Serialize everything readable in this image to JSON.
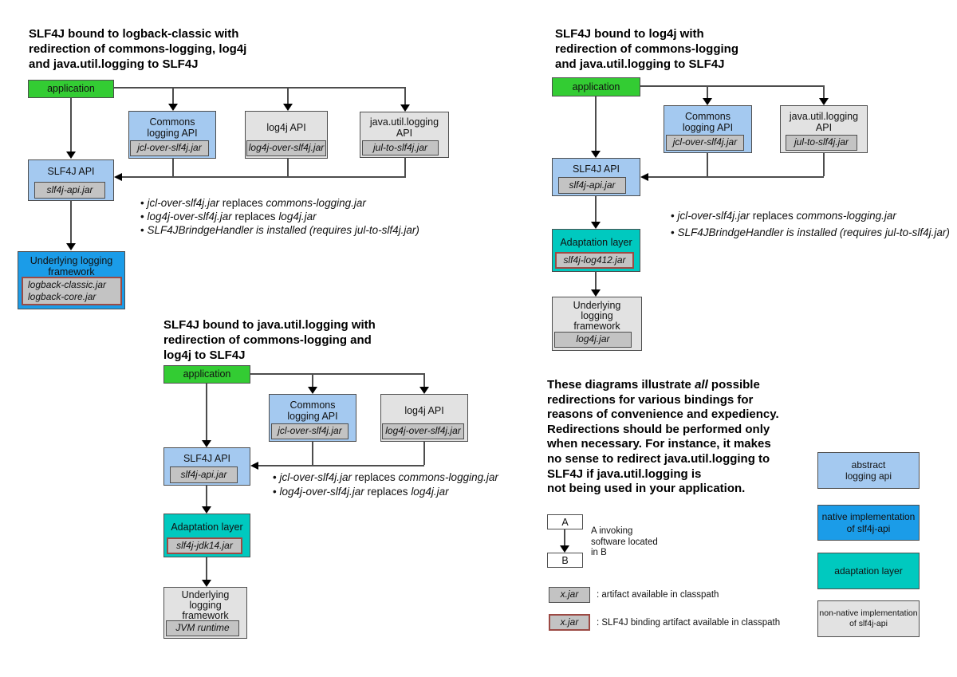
{
  "palette": {
    "green": "#33cc33",
    "lightblue": "#a4c9f0",
    "blue": "#1b9ce8",
    "teal": "#00c9bf",
    "gray": "#e2e2e2",
    "tag": "#c3c3c3",
    "white": "#ffffff",
    "border": "#4e4e4e",
    "binding": "#9c4a44",
    "line": "#4d4d4d",
    "arrow": "#000000"
  },
  "diagram1": {
    "title": "SLF4J bound to logback-classic with\nredirection of commons-logging, log4j\nand java.util.logging to SLF4J",
    "nodes": {
      "application": {
        "label": "application"
      },
      "commons": {
        "label": "Commons\nlogging API",
        "jar": "jcl-over-slf4j.jar"
      },
      "log4j": {
        "label": "log4j API",
        "jar": "log4j-over-slf4j.jar"
      },
      "jul": {
        "label": "java.util.logging\nAPI",
        "jar": "jul-to-slf4j.jar"
      },
      "slf4j": {
        "label": "SLF4J API",
        "jar": "slf4j-api.jar"
      },
      "underlying": {
        "label": "Underlying logging\nframework",
        "jar": "logback-classic.jar\nlogback-core.jar"
      }
    },
    "bullets": [
      [
        {
          "t": "jcl-over-slf4j.jar",
          "i": true
        },
        {
          "t": " replaces "
        },
        {
          "t": "commons-logging.jar",
          "i": true
        }
      ],
      [
        {
          "t": "log4j-over-slf4j.jar",
          "i": true
        },
        {
          "t": " replaces "
        },
        {
          "t": "log4j.jar",
          "i": true
        }
      ],
      [
        {
          "t": "SLF4JBrindgeHandler is installed (requires jul-to-slf4j.jar)",
          "i": true
        }
      ]
    ]
  },
  "diagram2": {
    "title": "SLF4J bound to log4j with\nredirection of commons-logging\nand java.util.logging to SLF4J",
    "nodes": {
      "application": {
        "label": "application"
      },
      "commons": {
        "label": "Commons\nlogging API",
        "jar": "jcl-over-slf4j.jar"
      },
      "jul": {
        "label": "java.util.logging\nAPI",
        "jar": "jul-to-slf4j.jar"
      },
      "slf4j": {
        "label": "SLF4J API",
        "jar": "slf4j-api.jar"
      },
      "adaptation": {
        "label": "Adaptation layer",
        "jar": "slf4j-log412.jar"
      },
      "underlying": {
        "label": "Underlying\nlogging\nframework",
        "jar": "log4j.jar"
      }
    },
    "bullets": [
      [
        {
          "t": "jcl-over-slf4j.jar",
          "i": true
        },
        {
          "t": " replaces "
        },
        {
          "t": "commons-logging.jar",
          "i": true
        }
      ],
      [
        {
          "t": "SLF4JBrindgeHandler is installed (requires jul-to-slf4j.jar)",
          "i": true
        }
      ]
    ]
  },
  "diagram3": {
    "title": "SLF4J bound to java.util.logging with\nredirection of commons-logging and\nlog4j to SLF4J",
    "nodes": {
      "application": {
        "label": "application"
      },
      "commons": {
        "label": "Commons\nlogging API",
        "jar": "jcl-over-slf4j.jar"
      },
      "log4j": {
        "label": "log4j API",
        "jar": "log4j-over-slf4j.jar"
      },
      "slf4j": {
        "label": "SLF4J API",
        "jar": "slf4j-api.jar"
      },
      "adaptation": {
        "label": "Adaptation layer",
        "jar": "slf4j-jdk14.jar"
      },
      "underlying": {
        "label": "Underlying\nlogging\nframework",
        "jar": "JVM runtime"
      }
    },
    "bullets": [
      [
        {
          "t": "jcl-over-slf4j.jar",
          "i": true
        },
        {
          "t": " replaces "
        },
        {
          "t": "commons-logging.jar",
          "i": true
        }
      ],
      [
        {
          "t": "log4j-over-slf4j.jar",
          "i": true
        },
        {
          "t": " replaces "
        },
        {
          "t": "log4j.jar",
          "i": true
        }
      ]
    ]
  },
  "note": [
    {
      "t": "These diagrams illustrate ",
      "b": true
    },
    {
      "t": "all",
      "b": true,
      "i": true
    },
    {
      "t": " possible\nredirections for various bindings for\nreasons of convenience and expediency.\nRedirections should be performed only\nwhen necessary. For instance, it makes\nno sense to redirect java.util.logging to\nSLF4J if java.util.logging is\nnot being used in your application.",
      "b": true
    }
  ],
  "legend": {
    "invoke": {
      "a": "A",
      "b": "B",
      "caption": "A invoking\nsoftware located\nin B"
    },
    "artifact": {
      "tag": "x.jar",
      "caption": ": artifact available in classpath"
    },
    "binding_artifact": {
      "tag": "x.jar",
      "caption": ": SLF4J binding artifact available in classpath"
    }
  },
  "color_legend": [
    {
      "label": "abstract\nlogging api"
    },
    {
      "label": "native implementation\nof slf4j-api"
    },
    {
      "label": "adaptation layer"
    },
    {
      "label": "non-native implementation\nof slf4j-api"
    }
  ]
}
